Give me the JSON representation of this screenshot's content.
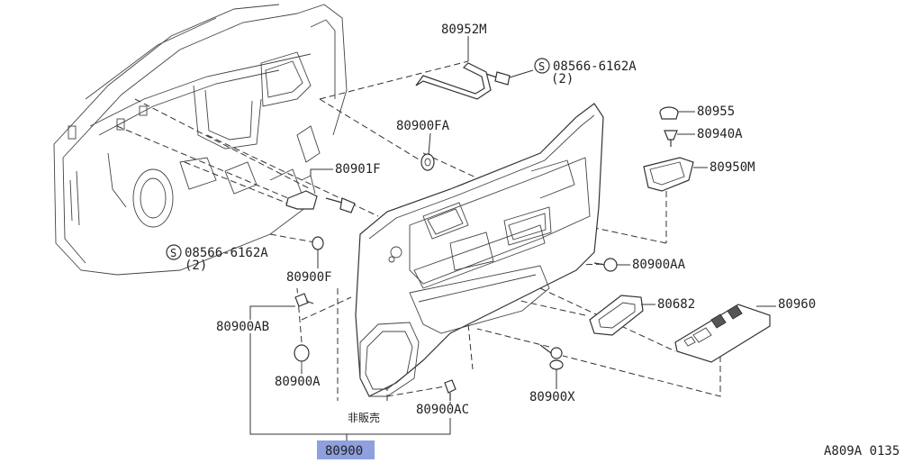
{
  "diagram": {
    "labels": {
      "p80952M": "80952M",
      "p08566a": "08566-6162A",
      "p08566a_qty": "(2)",
      "p80900FA": "80900FA",
      "p80955": "80955",
      "p80940A": "80940A",
      "p80950M": "80950M",
      "p80901F": "80901F",
      "p08566b": "08566-6162A",
      "p08566b_qty": "(2)",
      "p80900F": "80900F",
      "p80900AA": "80900AA",
      "p80682": "80682",
      "p80960": "80960",
      "p80900AB": "80900AB",
      "p80900A": "80900A",
      "p80900X": "80900X",
      "p80900AC": "80900AC",
      "not_for_sale": "非販売",
      "p80900": "80900",
      "figure_code": "A809A 0135",
      "screw_symbol": "S"
    },
    "highlight_color": "#7a8fd8"
  }
}
